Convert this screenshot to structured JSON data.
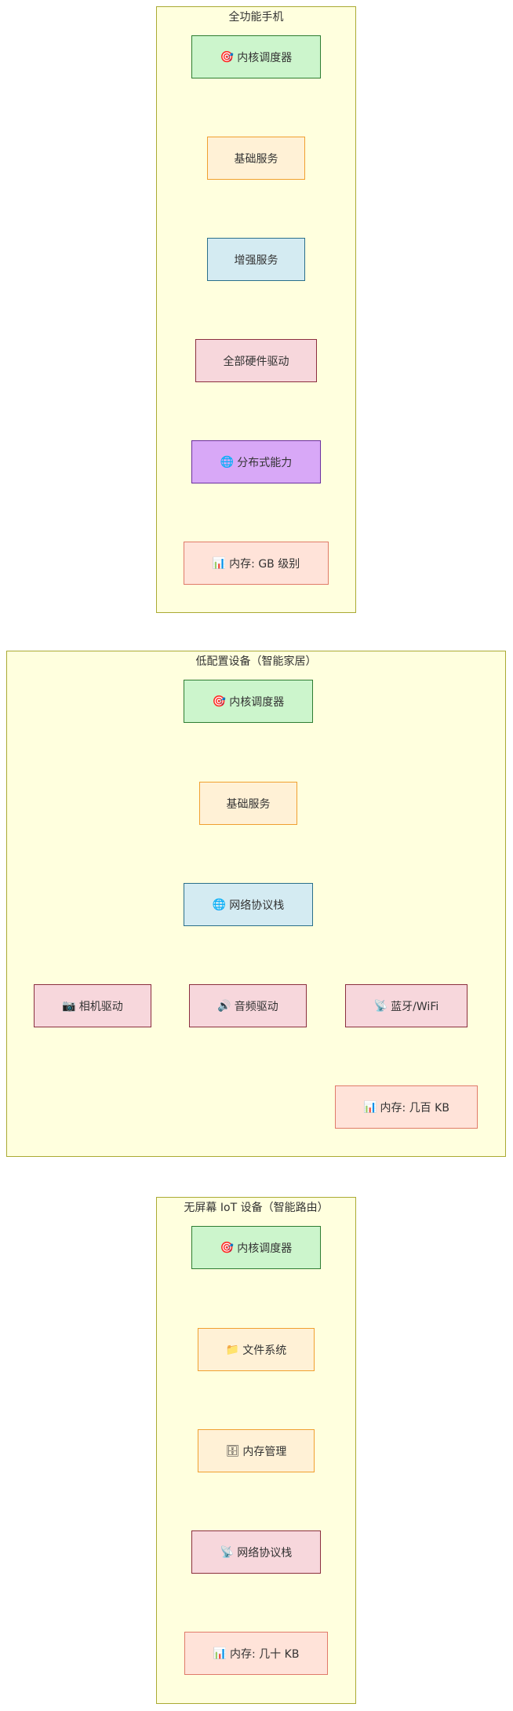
{
  "clusters": {
    "phone": {
      "title": "全功能手机",
      "nodes": {
        "kernel": {
          "icon": "🎯",
          "icon_name": "target-icon",
          "label": "内核调度器"
        },
        "base": {
          "label": "基础服务"
        },
        "enh": {
          "label": "增强服务"
        },
        "drivers": {
          "label": "全部硬件驱动"
        },
        "dist": {
          "icon": "🌐",
          "icon_name": "globe-icon",
          "label": "分布式能力"
        },
        "mem": {
          "icon": "📊",
          "icon_name": "bar-chart-icon",
          "label": "内存: GB 级别"
        }
      }
    },
    "smarthome": {
      "title": "低配置设备（智能家居）",
      "nodes": {
        "kernel": {
          "icon": "🎯",
          "icon_name": "target-icon",
          "label": "内核调度器"
        },
        "base": {
          "label": "基础服务"
        },
        "net": {
          "icon": "🌐",
          "icon_name": "globe-icon",
          "label": "网络协议栈"
        },
        "camera": {
          "icon": "📷",
          "icon_name": "camera-icon",
          "label": "相机驱动"
        },
        "audio": {
          "icon": "🔊",
          "icon_name": "speaker-icon",
          "label": "音频驱动"
        },
        "bt": {
          "icon": "📡",
          "icon_name": "satellite-antenna-icon",
          "label": "蓝牙/WiFi"
        },
        "mem": {
          "icon": "📊",
          "icon_name": "bar-chart-icon",
          "label": "内存: 几百 KB"
        }
      }
    },
    "router": {
      "title": "无屏幕 IoT 设备（智能路由）",
      "nodes": {
        "kernel": {
          "icon": "🎯",
          "icon_name": "target-icon",
          "label": "内核调度器"
        },
        "fs": {
          "icon": "📁",
          "icon_name": "folder-icon",
          "label": "文件系统"
        },
        "memmgr": {
          "icon": "🗄",
          "icon_name": "file-cabinet-icon",
          "label": "内存管理"
        },
        "net": {
          "icon": "📡",
          "icon_name": "satellite-antenna-icon",
          "label": "网络协议栈"
        },
        "mem": {
          "icon": "📊",
          "icon_name": "bar-chart-icon",
          "label": "内存: 几十 KB"
        }
      }
    }
  },
  "colors": {
    "cluster_fill": "#ffffde",
    "cluster_border": "#aaaa33",
    "kernel_fill": "#ccf5cc",
    "service_fill": "#fff1d6",
    "network_fill": "#d4ebf2",
    "driver_fill": "#f7d7dc",
    "distributed_fill": "#d8a8f7",
    "memory_fill": "#ffe3d9",
    "edge": "#333333"
  }
}
